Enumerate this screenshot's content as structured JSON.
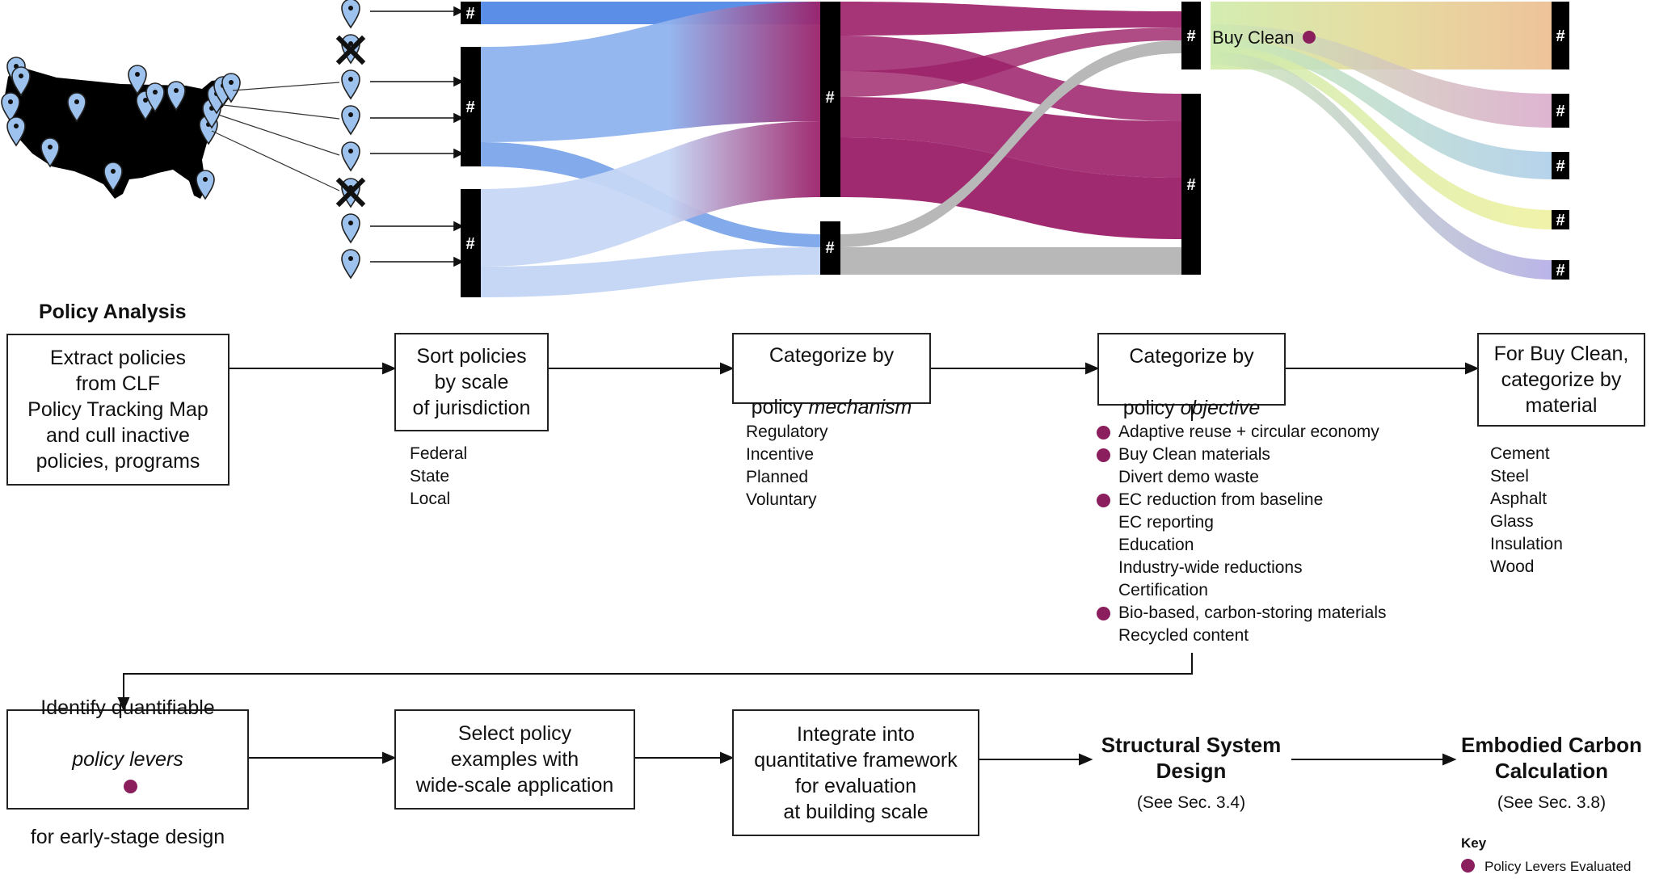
{
  "sankey": {
    "node_marker": "#",
    "buy_clean_label": "Buy Clean"
  },
  "colors": {
    "policy_lever_dot": "#8b1f5e",
    "flow_blue_dark": "#5b8ee6",
    "flow_blue_mid": "#8fb3ee",
    "flow_blue_light": "#c6d7f5",
    "flow_purple": "#9b1f68",
    "flow_gray": "#b8b8b8",
    "map_pin": "#9ec2ee"
  },
  "section_title": "Policy Analysis",
  "boxes": {
    "extract": "Extract policies\nfrom CLF\nPolicy Tracking Map\nand cull inactive\npolicies, programs",
    "sort": "Sort policies\nby scale\nof jurisdiction",
    "mechanism_line1": "Categorize by",
    "mechanism_plain": "policy ",
    "mechanism_italic": "mechanism",
    "objective_line1": "Categorize by",
    "objective_plain": "policy ",
    "objective_italic": "objective",
    "material": "For Buy Clean,\ncategorize by\nmaterial",
    "levers_line1": "Identify quantifiable",
    "levers_italic": "policy levers",
    "levers_line3": "for early-stage design",
    "select": "Select policy\nexamples with\nwide-scale application",
    "integrate": "Integrate into\nquantitative framework\nfor evaluation\nat building scale"
  },
  "lists": {
    "jurisdiction": [
      "Federal",
      "State",
      "Local"
    ],
    "mechanism": [
      "Regulatory",
      "Incentive",
      "Planned",
      "Voluntary"
    ],
    "objective": [
      {
        "text": "Adaptive reuse + circular economy",
        "lever": true
      },
      {
        "text": "Buy Clean materials",
        "lever": true
      },
      {
        "text": "Divert demo waste",
        "lever": false
      },
      {
        "text": "EC reduction from baseline",
        "lever": true
      },
      {
        "text": "EC reporting",
        "lever": false
      },
      {
        "text": "Education",
        "lever": false
      },
      {
        "text": "Industry-wide reductions",
        "lever": false
      },
      {
        "text": "Certification",
        "lever": false
      },
      {
        "text": "Bio-based, carbon-storing materials",
        "lever": true
      },
      {
        "text": "Recycled content",
        "lever": false
      }
    ],
    "material": [
      "Cement",
      "Steel",
      "Asphalt",
      "Glass",
      "Insulation",
      "Wood"
    ]
  },
  "stages": {
    "structural_title": "Structural System\nDesign",
    "structural_sub": "(See Sec. 3.4)",
    "embodied_title": "Embodied Carbon\nCalculation",
    "embodied_sub": "(See Sec. 3.8)"
  },
  "key": {
    "title": "Key",
    "item": "Policy Levers Evaluated"
  }
}
